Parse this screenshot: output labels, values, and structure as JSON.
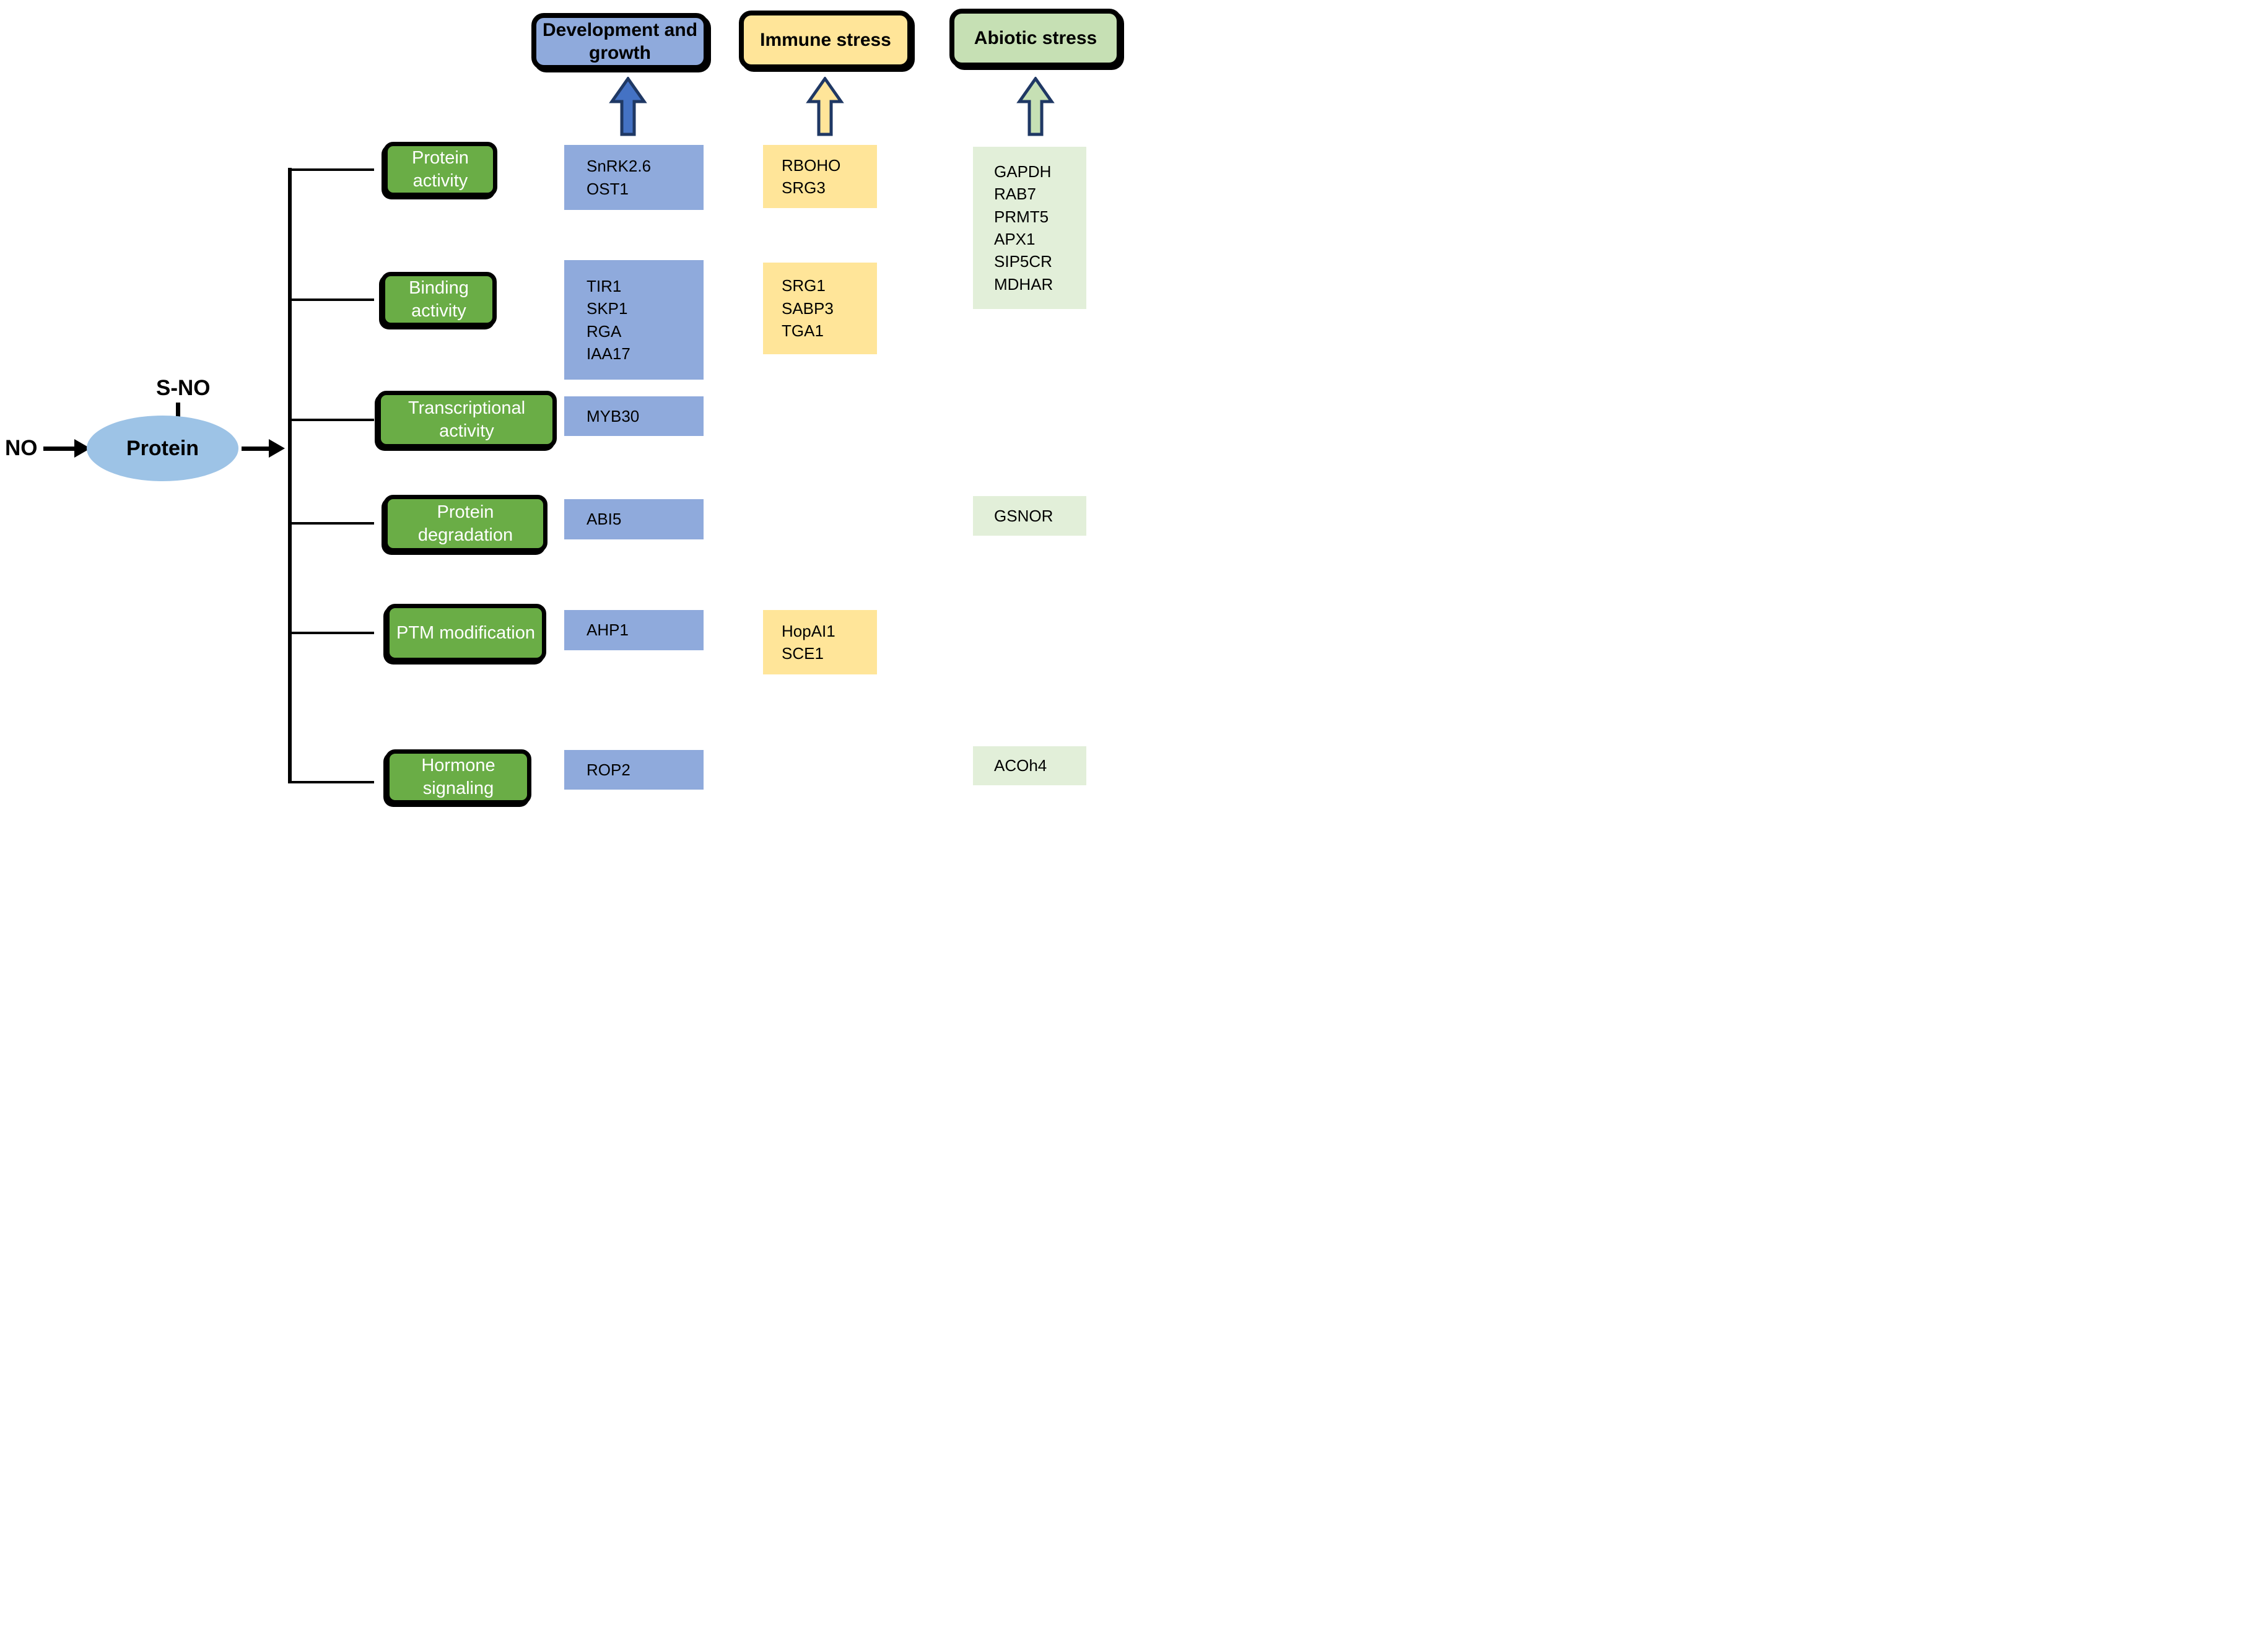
{
  "left": {
    "no": "NO",
    "sno": "S-NO",
    "protein": "Protein"
  },
  "headers": {
    "development": "Development and growth",
    "immune": "Immune stress",
    "abiotic": "Abiotic stress"
  },
  "categories": [
    "Protein activity",
    "Binding activity",
    "Transcriptional activity",
    "Protein degradation",
    "PTM modification",
    "Hormone signaling"
  ],
  "development_boxes": [
    [
      "SnRK2.6",
      "OST1"
    ],
    [
      "TIR1",
      "SKP1",
      "RGA",
      "IAA17"
    ],
    [
      "MYB30"
    ],
    [
      "ABI5"
    ],
    [
      "AHP1"
    ],
    [
      "ROP2"
    ]
  ],
  "immune_boxes": [
    [
      "RBOHO",
      "SRG3"
    ],
    [
      "SRG1",
      "SABP3",
      "TGA1"
    ],
    [
      "HopAI1",
      "SCE1"
    ]
  ],
  "abiotic_boxes": [
    [
      "GAPDH",
      "RAB7",
      "PRMT5",
      "APX1",
      "SIP5CR",
      "MDHAR"
    ],
    [
      "GSNOR"
    ],
    [
      "ACOh4"
    ]
  ],
  "icons": {
    "up_arrow": "block-arrow-up",
    "flow_arrow": "arrow-right"
  },
  "colors": {
    "periwinkle_blue": "#8faadc",
    "arrow_blue": "#4472c4",
    "navy_outline": "#1f3864",
    "yellow": "#ffe599",
    "header_green": "#c6e0b4",
    "pale_green_box": "#e2efd9",
    "category_green": "#6aad46",
    "ellipse_blue": "#9dc3e6",
    "black": "#000000"
  }
}
